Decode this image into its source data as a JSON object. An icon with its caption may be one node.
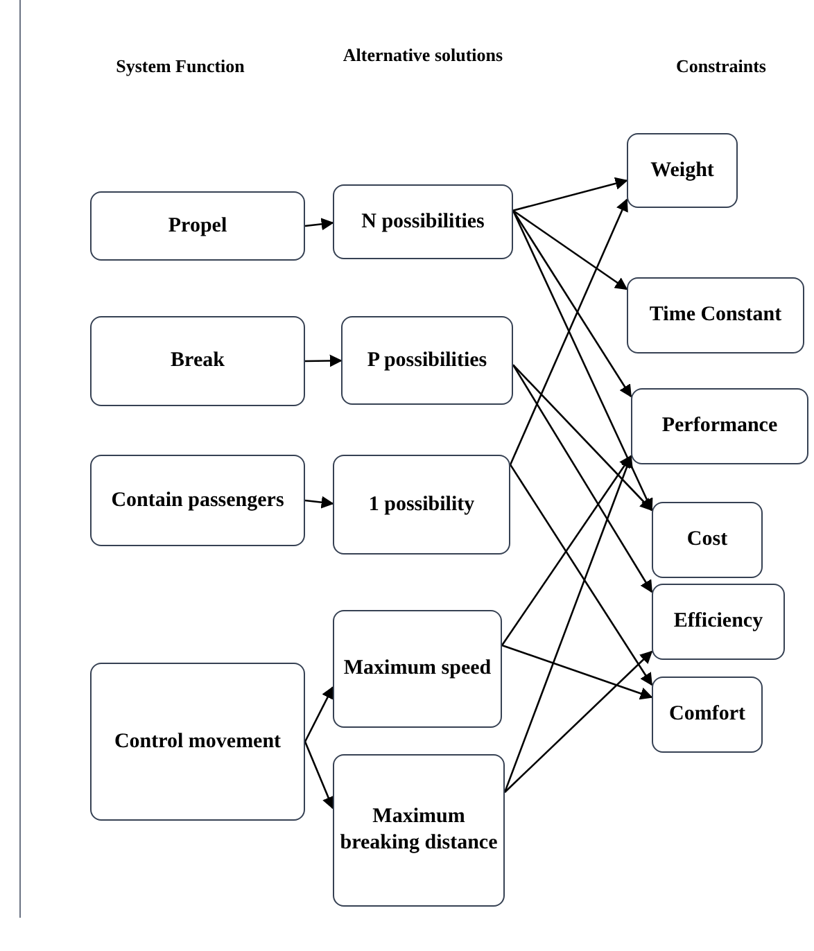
{
  "diagram": {
    "nodes": [
      {
        "text": [
          "Propel"
        ]
      },
      {
        "text": [
          "Break"
        ]
      },
      {
        "text": [
          "Contain passengers"
        ]
      },
      {
        "text": [
          "Control movement"
        ]
      },
      {
        "text": [
          "N possibilities"
        ]
      },
      {
        "text": [
          "P possibilities"
        ]
      },
      {
        "text": [
          "1 possibility"
        ]
      },
      {
        "text": [
          "Maximum speed"
        ]
      },
      {
        "text": [
          "Maximum breaking distance"
        ]
      },
      {
        "text": [
          "Weight"
        ]
      },
      {
        "text": [
          "Time Constant"
        ]
      },
      {
        "text": [
          "Performance"
        ]
      },
      {
        "text": [
          "Cost"
        ]
      },
      {
        "text": [
          "Efficiency"
        ]
      },
      {
        "text": [
          "Comfort"
        ]
      }
    ],
    "edges": [
      {
        "from": 0,
        "to": 4,
        "arrow": "to"
      },
      {
        "from": 1,
        "to": 5,
        "arrow": "to"
      },
      {
        "from": 2,
        "to": 6,
        "arrow": "to"
      },
      {
        "from": 3,
        "to": 7,
        "arrow": "to"
      },
      {
        "from": 3,
        "to": 8,
        "arrow": "to"
      },
      {
        "from": 4,
        "to": 9,
        "arrow": "to"
      },
      {
        "from": 4,
        "to": 10,
        "arrow": "to"
      },
      {
        "from": 4,
        "to": 11,
        "arrow": "to"
      },
      {
        "from": 4,
        "to": 12,
        "arrow": "to"
      },
      {
        "from": 5,
        "to": 12,
        "arrow": "to"
      },
      {
        "from": 5,
        "to": 13,
        "arrow": "to"
      },
      {
        "from": 6,
        "to": 9,
        "arrow": "to"
      },
      {
        "from": 6,
        "to": 14,
        "arrow": "to"
      },
      {
        "from": 7,
        "to": 11,
        "arrow": "to"
      },
      {
        "from": 7,
        "to": 14,
        "arrow": "to"
      },
      {
        "from": 8,
        "to": 11,
        "arrow": "to"
      },
      {
        "from": 8,
        "to": 13,
        "arrow": "to"
      }
    ],
    "labels": [
      "System Function",
      "Alternative solutions",
      "Constraints"
    ]
  }
}
